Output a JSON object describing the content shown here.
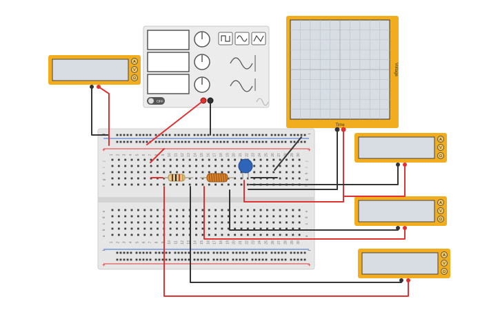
{
  "colors": {
    "meter_body": "#f2ad1e",
    "meter_screen": "#d8dde3",
    "breadboard": "#e6e6e6",
    "rail_red": "#e13b3b",
    "rail_blue": "#3a6fd0",
    "wire_red": "#e03030",
    "wire_black": "#333333",
    "generator_body": "#ececec",
    "capacitor": "#2f65b8",
    "inductor": "#d9822b"
  },
  "multimeters": [
    {
      "modes": [
        "A",
        "V",
        "Ω"
      ]
    },
    {
      "modes": [
        "A",
        "V",
        "Ω"
      ]
    },
    {
      "modes": [
        "A",
        "V",
        "Ω"
      ]
    },
    {
      "modes": [
        "A",
        "V",
        "Ω"
      ]
    }
  ],
  "function_generator": {
    "power_label": "OFF",
    "wave_buttons": [
      "square-wave-icon",
      "sine-wave-icon",
      "triangle-wave-icon"
    ],
    "knobs": [
      "frequency-knob",
      "amplitude-knob",
      "offset-knob"
    ]
  },
  "oscilloscope": {
    "x_label": "Time",
    "y_label": "Voltage"
  },
  "breadboard": {
    "row_letters_top": [
      "j",
      "i",
      "h",
      "g",
      "f"
    ],
    "row_letters_bottom": [
      "e",
      "d",
      "c",
      "b",
      "a"
    ],
    "column_numbers": [
      "1",
      "2",
      "3",
      "4",
      "5",
      "6",
      "7",
      "8",
      "9",
      "10",
      "11",
      "12",
      "13",
      "14",
      "15",
      "16",
      "17",
      "18",
      "19",
      "20",
      "21",
      "22",
      "23",
      "24",
      "25",
      "26",
      "27",
      "28",
      "29",
      "30"
    ],
    "rail_plus": "+",
    "rail_minus": "−"
  }
}
